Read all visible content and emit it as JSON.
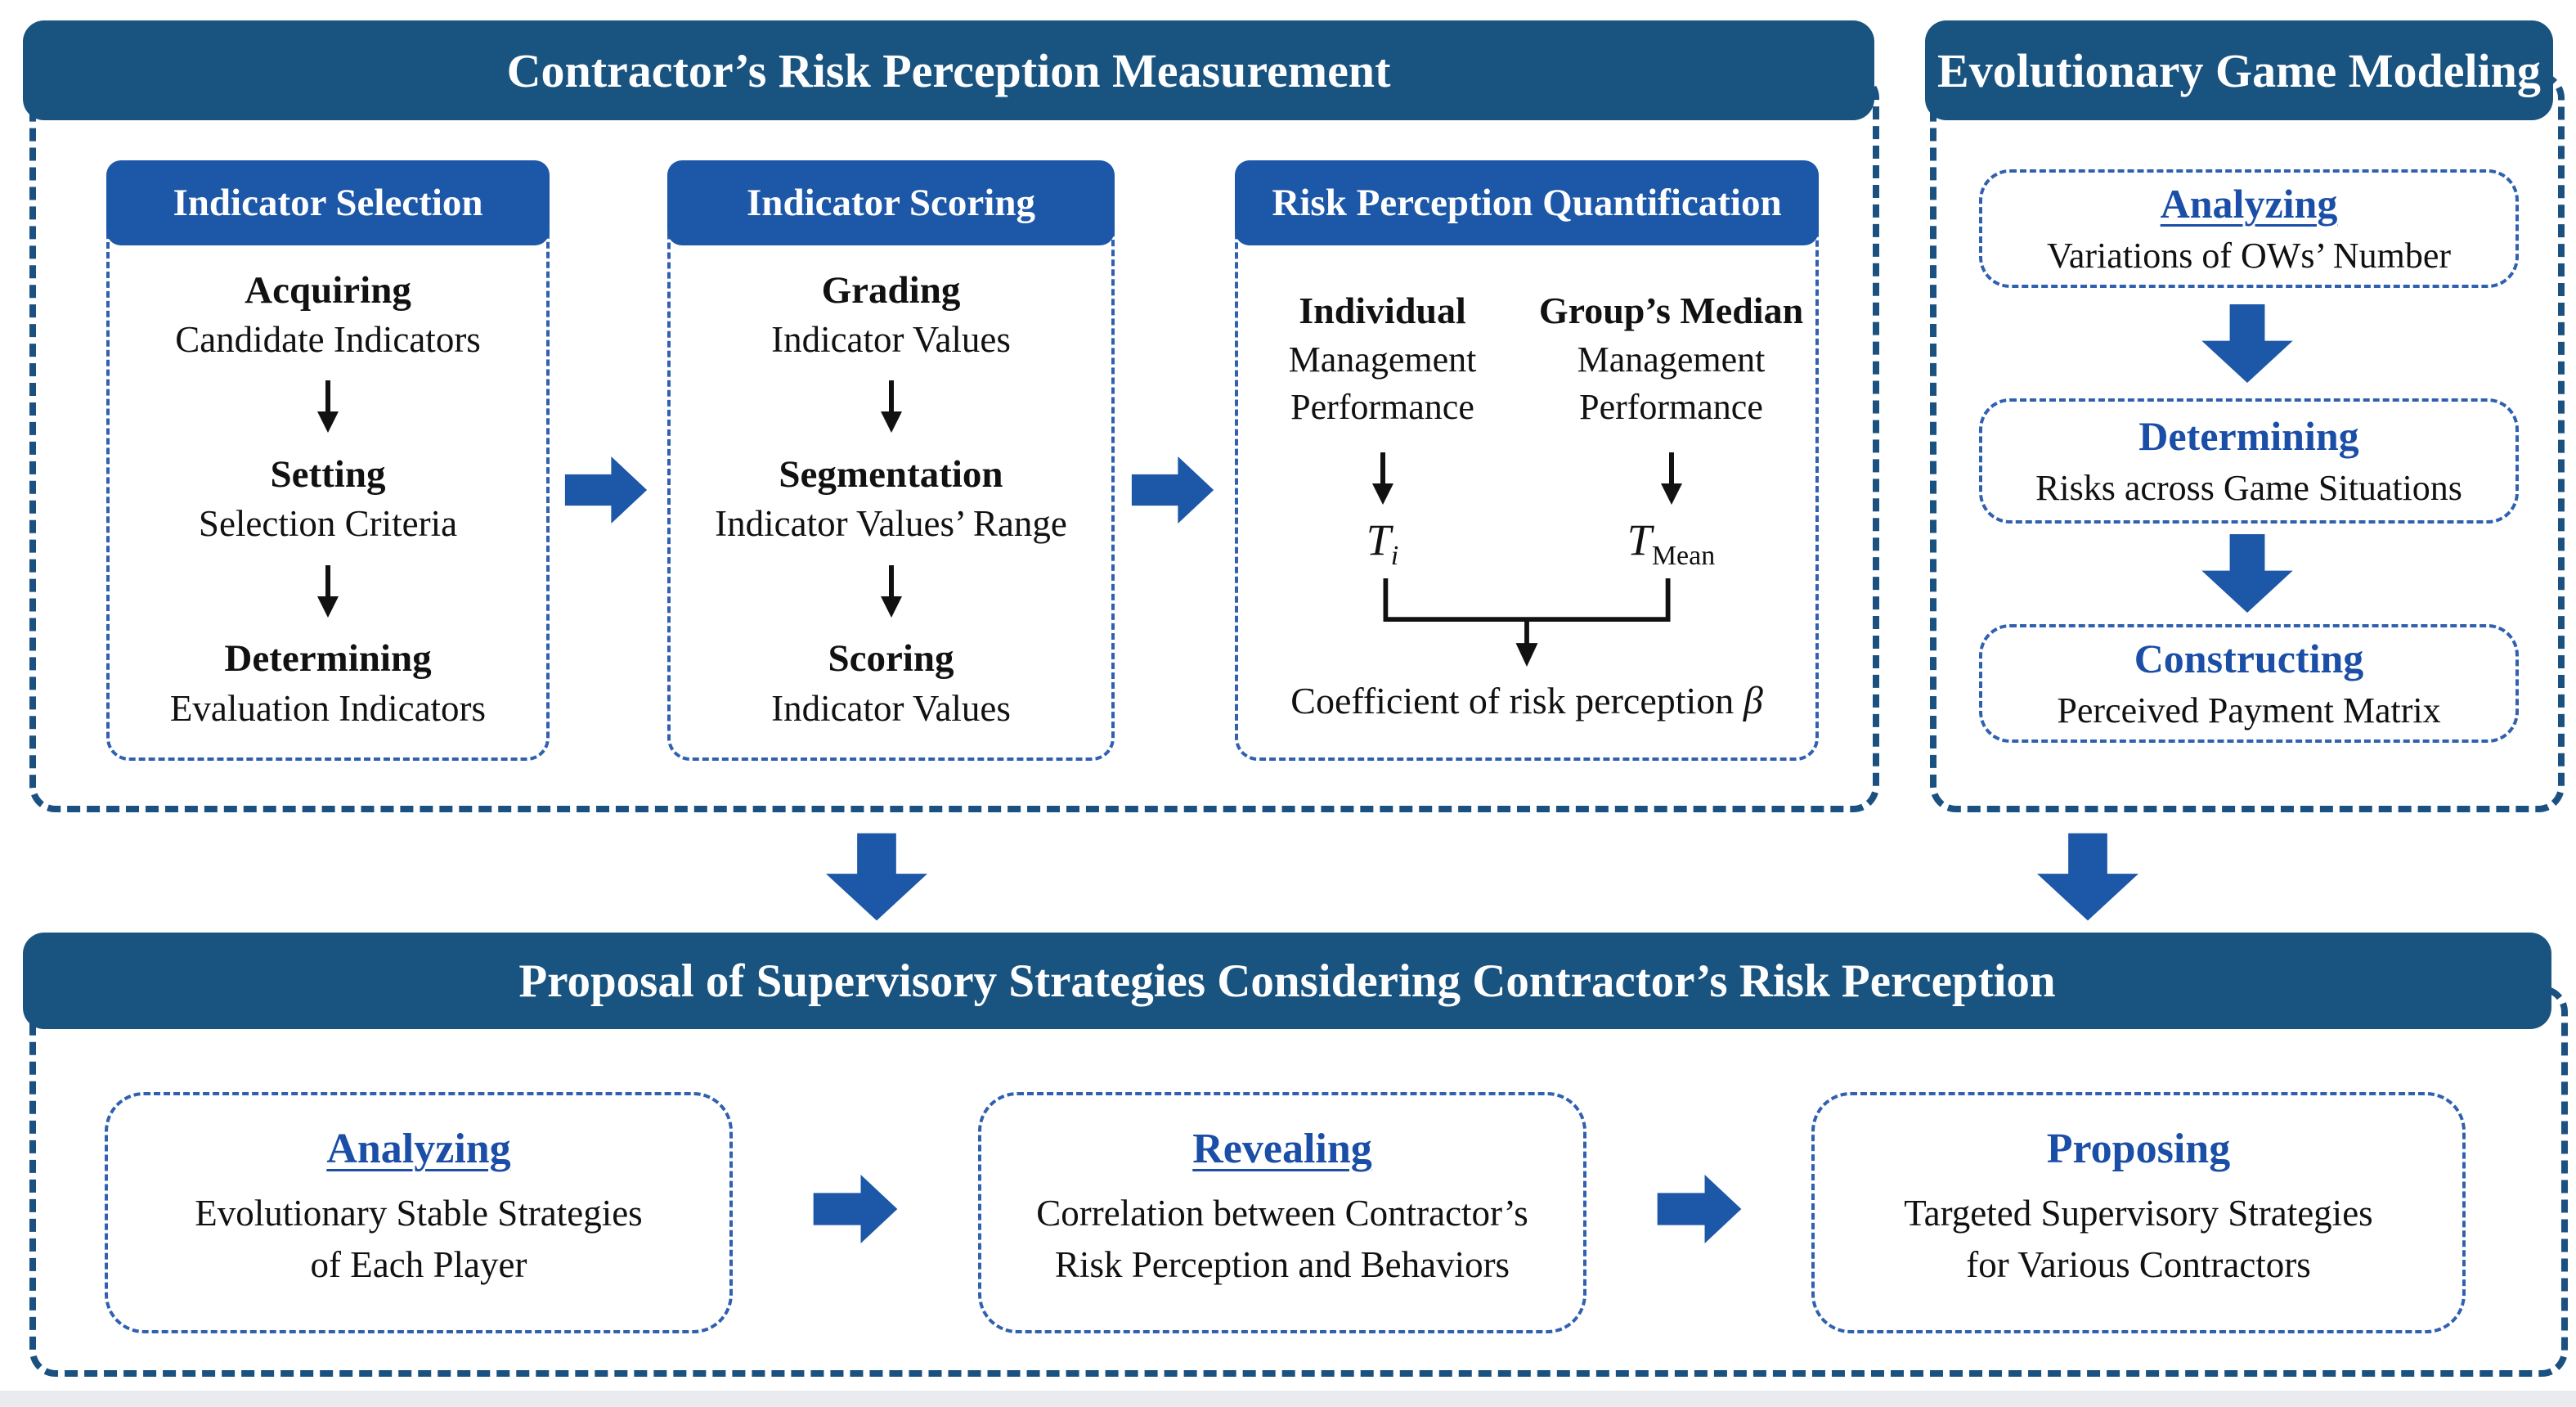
{
  "colors": {
    "navy": "#195380",
    "blue": "#1d57a8",
    "titleBlue": "#1b4ea6",
    "dashOuter": "#1a5181",
    "dashInner": "#3060b0",
    "ink": "#111111",
    "strip": "#e9ebee"
  },
  "measurement_panel": {
    "title": "Contractor’s Risk Perception Measurement",
    "columns": [
      {
        "title": "Indicator Selection",
        "steps": [
          {
            "keyword": "Acquiring",
            "detail": "Candidate Indicators"
          },
          {
            "keyword": "Setting",
            "detail": "Selection Criteria"
          },
          {
            "keyword": "Determining",
            "detail": "Evaluation Indicators"
          }
        ]
      },
      {
        "title": "Indicator Scoring",
        "steps": [
          {
            "keyword": "Grading",
            "detail": "Indicator Values"
          },
          {
            "keyword": "Segmentation",
            "detail": "Indicator Values’ Range"
          },
          {
            "keyword": "Scoring",
            "detail": "Indicator Values"
          }
        ]
      },
      {
        "title": "Risk Perception Quantification",
        "inputs": [
          {
            "keyword": "Individual",
            "line1": "Management",
            "line2": "Performance",
            "symbol_base": "T",
            "symbol_sub": "i"
          },
          {
            "keyword": "Group’s Median",
            "line1": "Management",
            "line2": "Performance",
            "symbol_base": "T",
            "symbol_sub": "Mean"
          }
        ],
        "output_text": "Coefficient of risk perception",
        "output_symbol": "β"
      }
    ]
  },
  "game_panel": {
    "title": "Evolutionary Game Modeling",
    "steps": [
      {
        "keyword": "Analyzing",
        "detail": "Variations of OWs’ Number"
      },
      {
        "keyword": "Determining",
        "detail": "Risks across Game Situations"
      },
      {
        "keyword": "Constructing",
        "detail": "Perceived Payment Matrix"
      }
    ]
  },
  "proposal_panel": {
    "title": "Proposal of Supervisory Strategies Considering Contractor’s Risk Perception",
    "steps": [
      {
        "keyword": "Analyzing",
        "detail_line1": "Evolutionary Stable Strategies",
        "detail_line2": "of Each Player"
      },
      {
        "keyword": "Revealing",
        "detail_line1": "Correlation between Contractor’s",
        "detail_line2": "Risk Perception and Behaviors"
      },
      {
        "keyword": "Proposing",
        "detail_line1": "Targeted Supervisory Strategies",
        "detail_line2": "for Various Contractors"
      }
    ]
  }
}
